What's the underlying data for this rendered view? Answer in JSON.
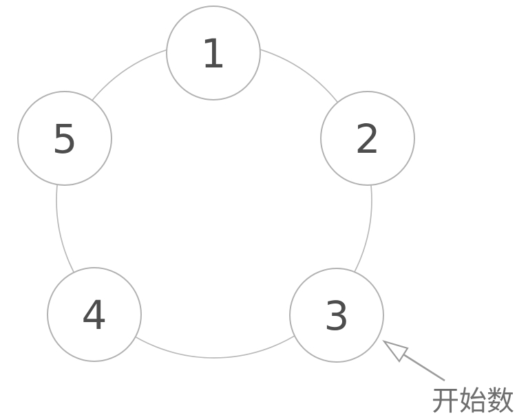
{
  "diagram": {
    "type": "ring-diagram",
    "description_visible_elements": "five numbered circles arranged on a ring with an arrow pointing at circle 3",
    "nodes": [
      {
        "label": "1"
      },
      {
        "label": "2"
      },
      {
        "label": "3"
      },
      {
        "label": "4"
      },
      {
        "label": "5"
      }
    ],
    "annotation": {
      "label": "开始数",
      "points_to_node": "3"
    },
    "colors": {
      "background": "#ffffff",
      "ring_stroke": "#b9b9b9",
      "node_stroke": "#b2b2b2",
      "node_fill": "#ffffff",
      "number_color": "#4d4d4d",
      "arrow_color": "#9c9c9c",
      "annotation_color": "#6e6e6e"
    }
  }
}
